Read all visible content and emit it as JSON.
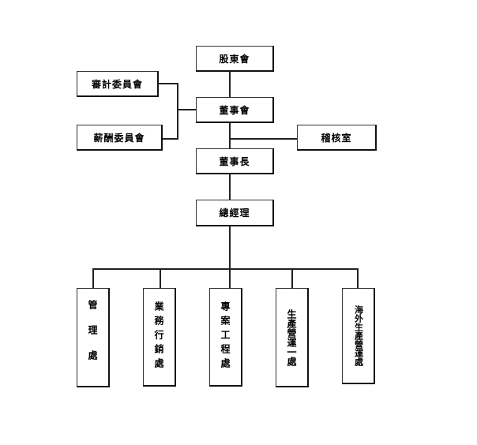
{
  "nodes": {
    "shareholders": "股東會",
    "audit_committee": "審計委員會",
    "board": "董事會",
    "compensation_committee": "薪酬委員會",
    "internal_audit": "稽核室",
    "chairman": "董事長",
    "general_manager": "總經理",
    "management": "管理處",
    "sales_marketing": "業務行銷處",
    "project_engineering": "專案工程處",
    "production_ops_1": "生產營運一處",
    "overseas_production_ops": "海外生產營運處"
  }
}
